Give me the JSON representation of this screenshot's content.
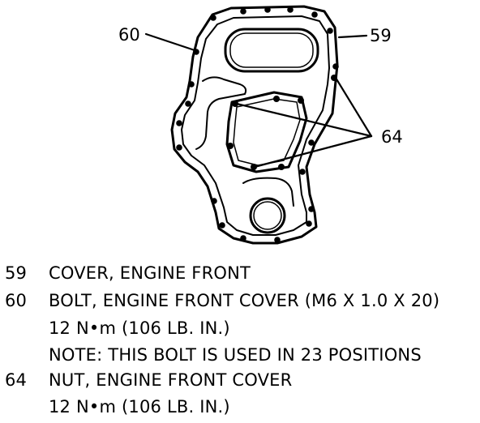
{
  "diagram": {
    "callouts": {
      "cover": "59",
      "bolt": "60",
      "nut": "64"
    }
  },
  "legend": [
    {
      "number": "59",
      "lines": [
        "COVER, ENGINE FRONT"
      ]
    },
    {
      "number": "60",
      "lines": [
        "BOLT, ENGINE FRONT COVER (M6 X 1.0 X 20)",
        "12 N•m (106 LB. IN.)",
        "NOTE:  THIS BOLT IS USED IN 23 POSITIONS"
      ]
    },
    {
      "number": "64",
      "lines": [
        "NUT, ENGINE FRONT COVER",
        "12 N•m (106 LB. IN.)"
      ]
    }
  ]
}
